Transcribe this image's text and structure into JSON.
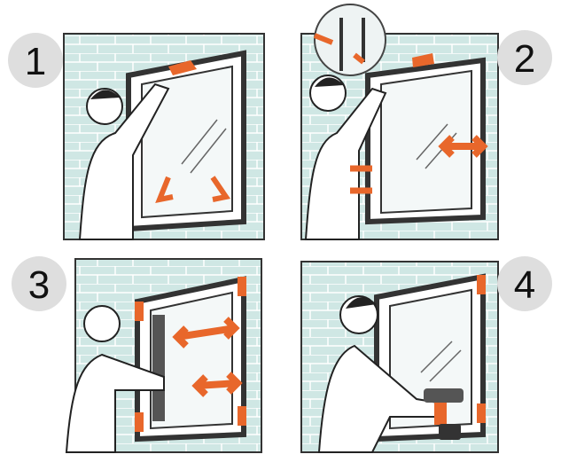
{
  "steps": [
    {
      "number": "1"
    },
    {
      "number": "2"
    },
    {
      "number": "3"
    },
    {
      "number": "4"
    }
  ],
  "colors": {
    "wall": "#cfe7e4",
    "brick_line": "#ffffff",
    "frame": "#3a3a3a",
    "arrow": "#e8672b",
    "badge": "#dedede"
  }
}
